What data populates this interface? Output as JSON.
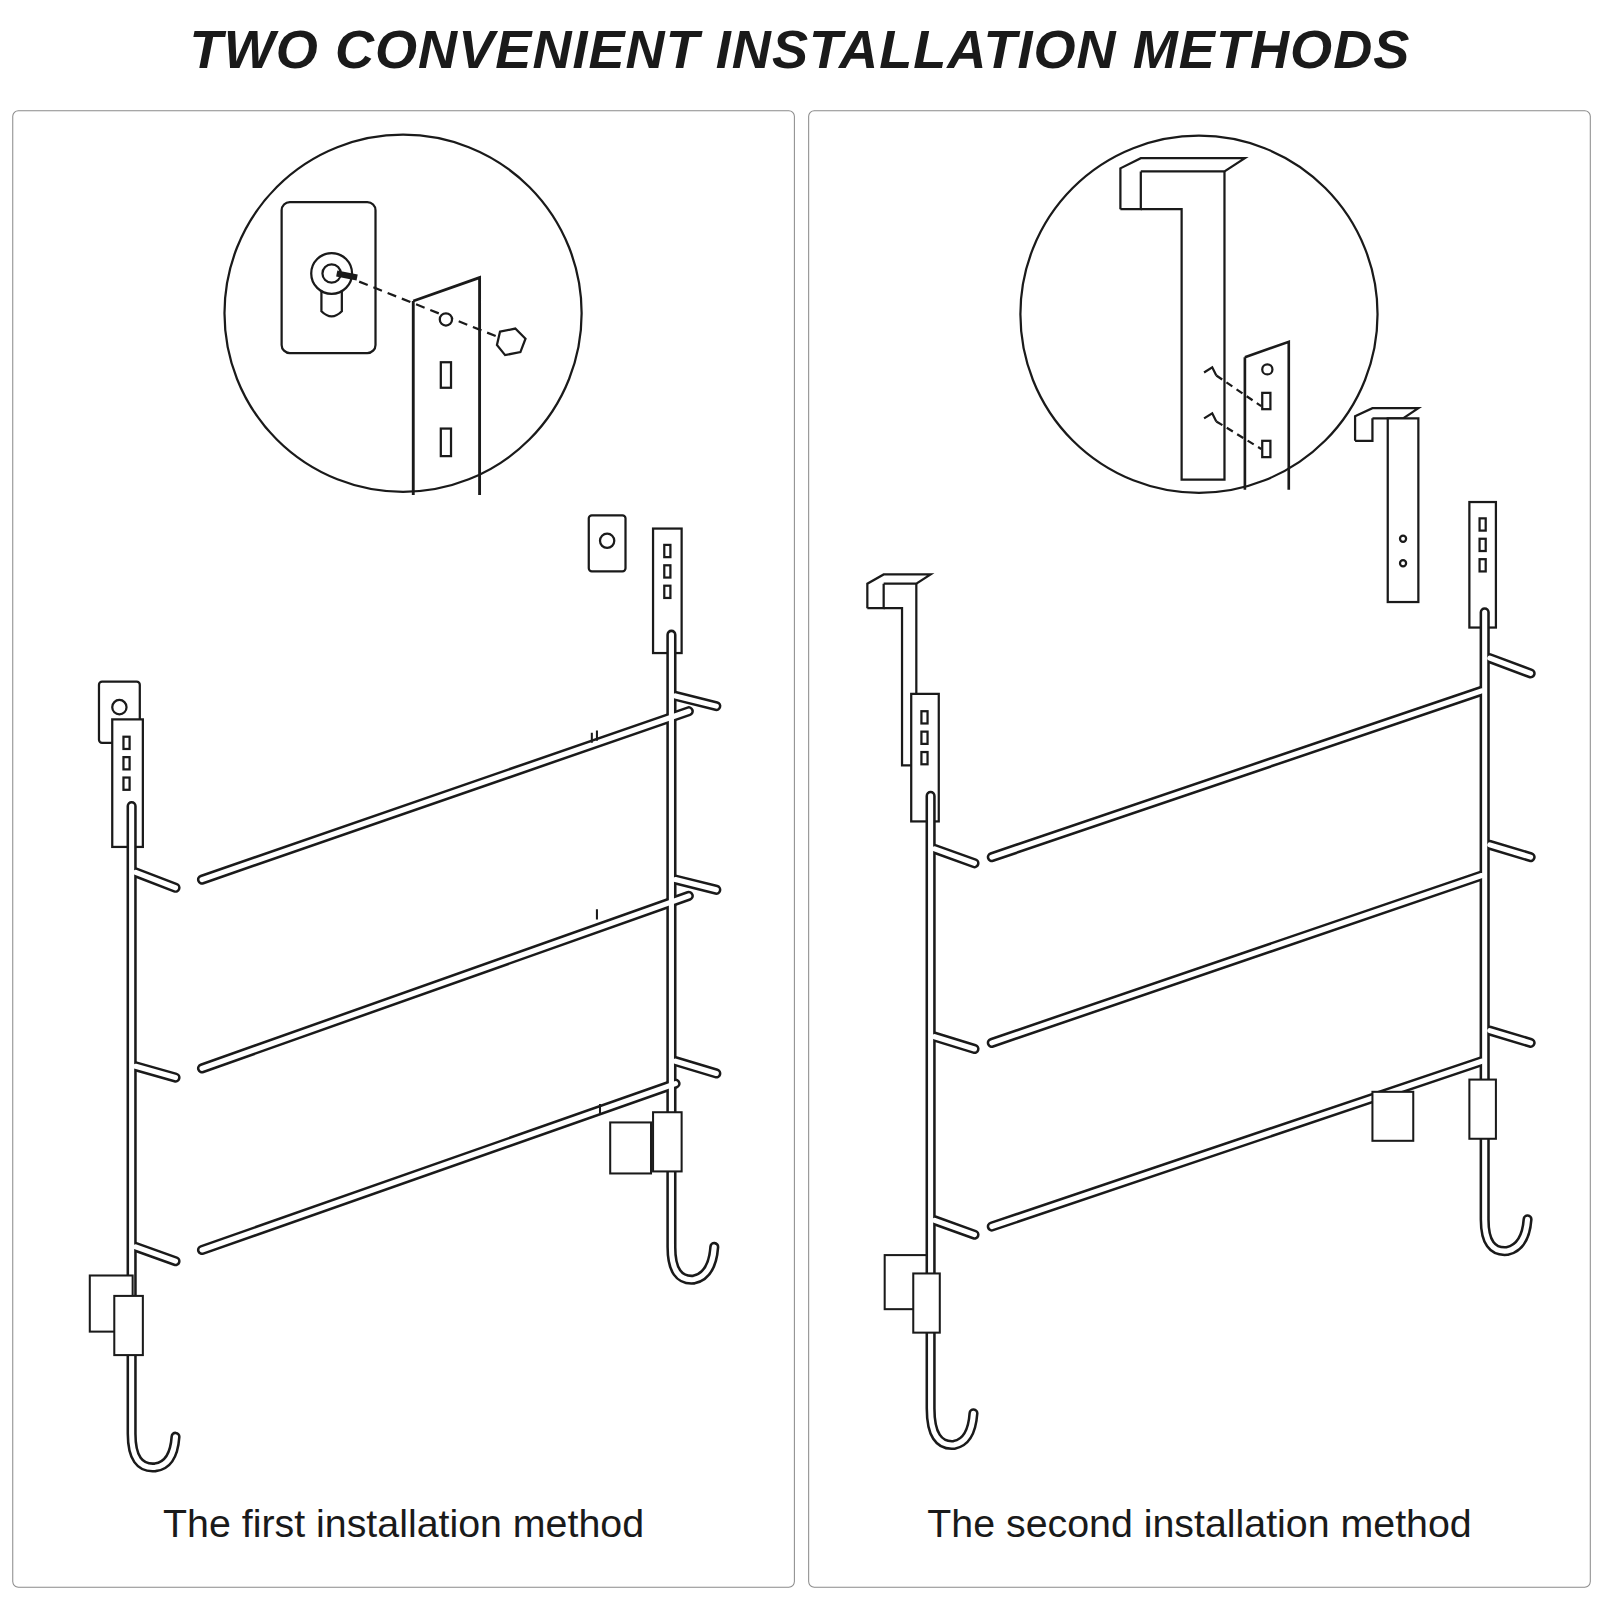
{
  "diagram": {
    "title": "TWO CONVENIENT INSTALLATION METHODS",
    "nodes": [
      {
        "text": [
          "The first installation method"
        ]
      },
      {
        "text": [
          "The second installation method"
        ]
      }
    ]
  }
}
